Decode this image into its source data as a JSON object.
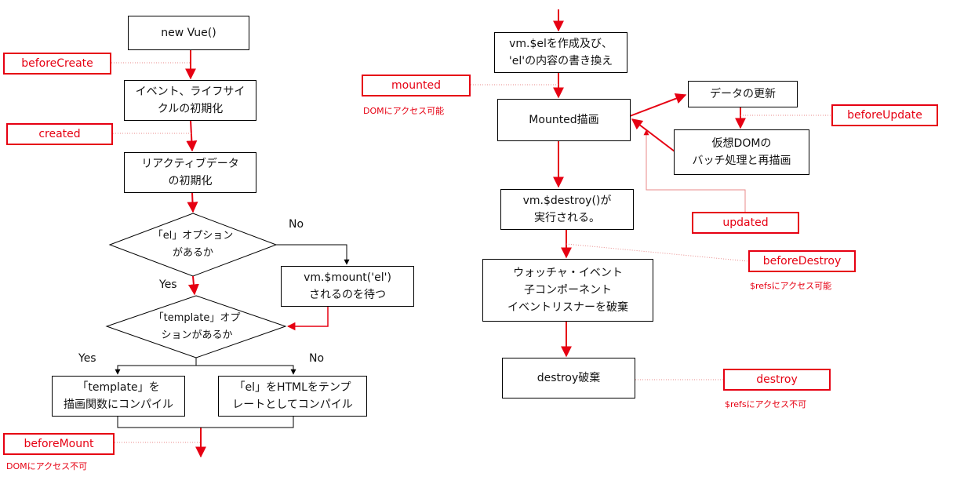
{
  "left_flow": {
    "new_vue": "new Vue()",
    "init_events": "イベント、ライフサイ\nクルの初期化",
    "init_reactive": "リアクティブデータ\nの初期化",
    "has_el": "「el」オプション\nがあるか",
    "wait_mount": "vm.$mount('el')\nされるのを待つ",
    "has_template": "「template」オプ\nションがあるか",
    "compile_template": "「template」を\n描画関数にコンパイル",
    "compile_el": "「el」をHTMLをテンプ\nレートとしてコンパイル",
    "label_no_1": "No",
    "label_yes_1": "Yes",
    "label_yes_2": "Yes",
    "label_no_2": "No"
  },
  "right_flow": {
    "create_el": "vm.$elを作成及び、\n'el'の内容の書き換え",
    "mounted_draw": "Mounted描画",
    "data_update": "データの更新",
    "virtual_dom": "仮想DOMの\nバッチ処理と再描画",
    "destroy_call": "vm.$destroy()が\n実行される。",
    "teardown": "ウォッチャ・イベント\n子コンポーネント\nイベントリスナーを破棄",
    "destroy_done": "destroy破棄"
  },
  "hooks": {
    "before_create": "beforeCreate",
    "created": "created",
    "before_mount": "beforeMount",
    "mounted": "mounted",
    "before_update": "beforeUpdate",
    "updated": "updated",
    "before_destroy": "beforeDestroy",
    "destroy": "destroy"
  },
  "notes": {
    "dom_inaccessible": "DOMにアクセス不可",
    "dom_accessible": "DOMにアクセス可能",
    "refs_accessible": "$refsにアクセス可能",
    "refs_inaccessible": "$refsにアクセス不可"
  },
  "colors": {
    "accent": "#e60012",
    "line": "#000000",
    "dotted": "#e88a8a"
  }
}
